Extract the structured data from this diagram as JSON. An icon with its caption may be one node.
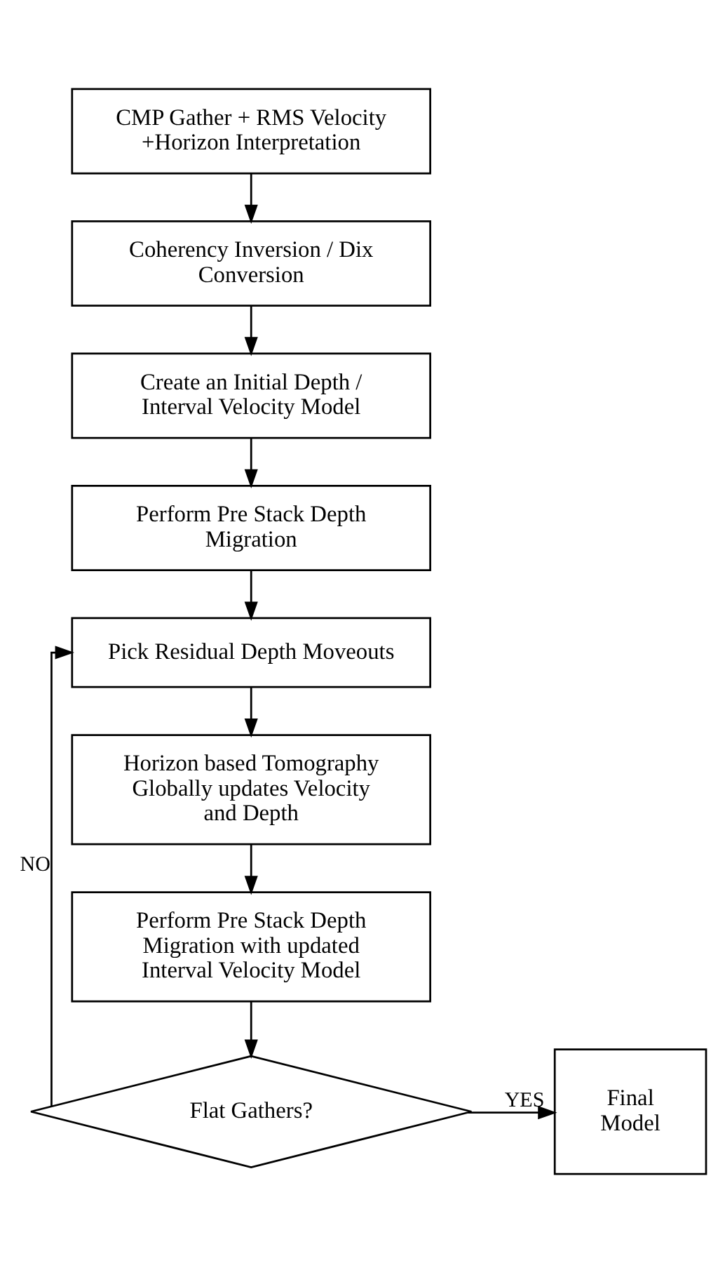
{
  "diagram": {
    "nodes": [
      {
        "text": [
          "CMP Gather + RMS Velocity +Horizon Interpretation"
        ]
      },
      {
        "text": [
          "Coherency Inversion / Dix Conversion"
        ]
      },
      {
        "text": [
          "Create an Initial Depth / Interval Velocity Model"
        ]
      },
      {
        "text": [
          "Perform Pre Stack Depth Migration"
        ]
      },
      {
        "text": [
          "Pick Residual Depth Moveouts"
        ]
      },
      {
        "text": [
          "Horizon based Tomography Globally updates Velocity and Depth"
        ]
      },
      {
        "text": [
          "Perform Pre Stack Depth Migration with updated Interval Velocity Model"
        ]
      },
      {
        "text": [
          "Flat Gathers?"
        ]
      },
      {
        "text": [
          "Final Model"
        ]
      }
    ],
    "edges": [
      {
        "from": 0,
        "to": 1,
        "arrow": "to"
      },
      {
        "from": 1,
        "to": 2,
        "arrow": "to"
      },
      {
        "from": 2,
        "to": 3,
        "arrow": "to"
      },
      {
        "from": 3,
        "to": 4,
        "arrow": "to"
      },
      {
        "from": 4,
        "to": 5,
        "arrow": "to"
      },
      {
        "from": 5,
        "to": 6,
        "arrow": "to"
      },
      {
        "from": 6,
        "to": 7,
        "arrow": "to"
      },
      {
        "from": 7,
        "to": 8,
        "label": "YES",
        "arrow": "to"
      },
      {
        "from": 7,
        "to": 4,
        "label": "NO",
        "arrow": "to"
      }
    ]
  }
}
